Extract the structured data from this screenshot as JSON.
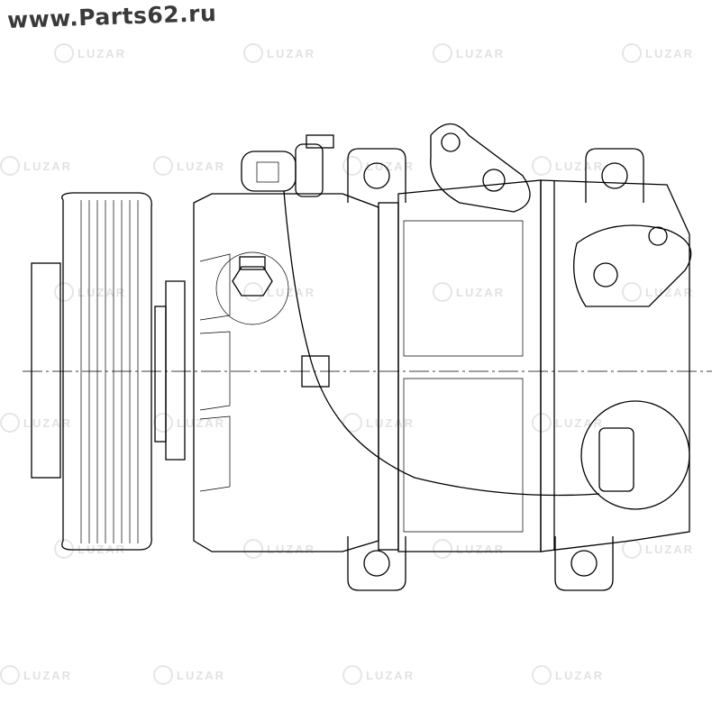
{
  "site_url": "www.Parts62.ru",
  "watermark": {
    "brand": "LUZAR"
  },
  "drawing": {
    "subject": "compressor",
    "stroke_color": "#000000",
    "watermark_color": "#e2e2e2"
  }
}
